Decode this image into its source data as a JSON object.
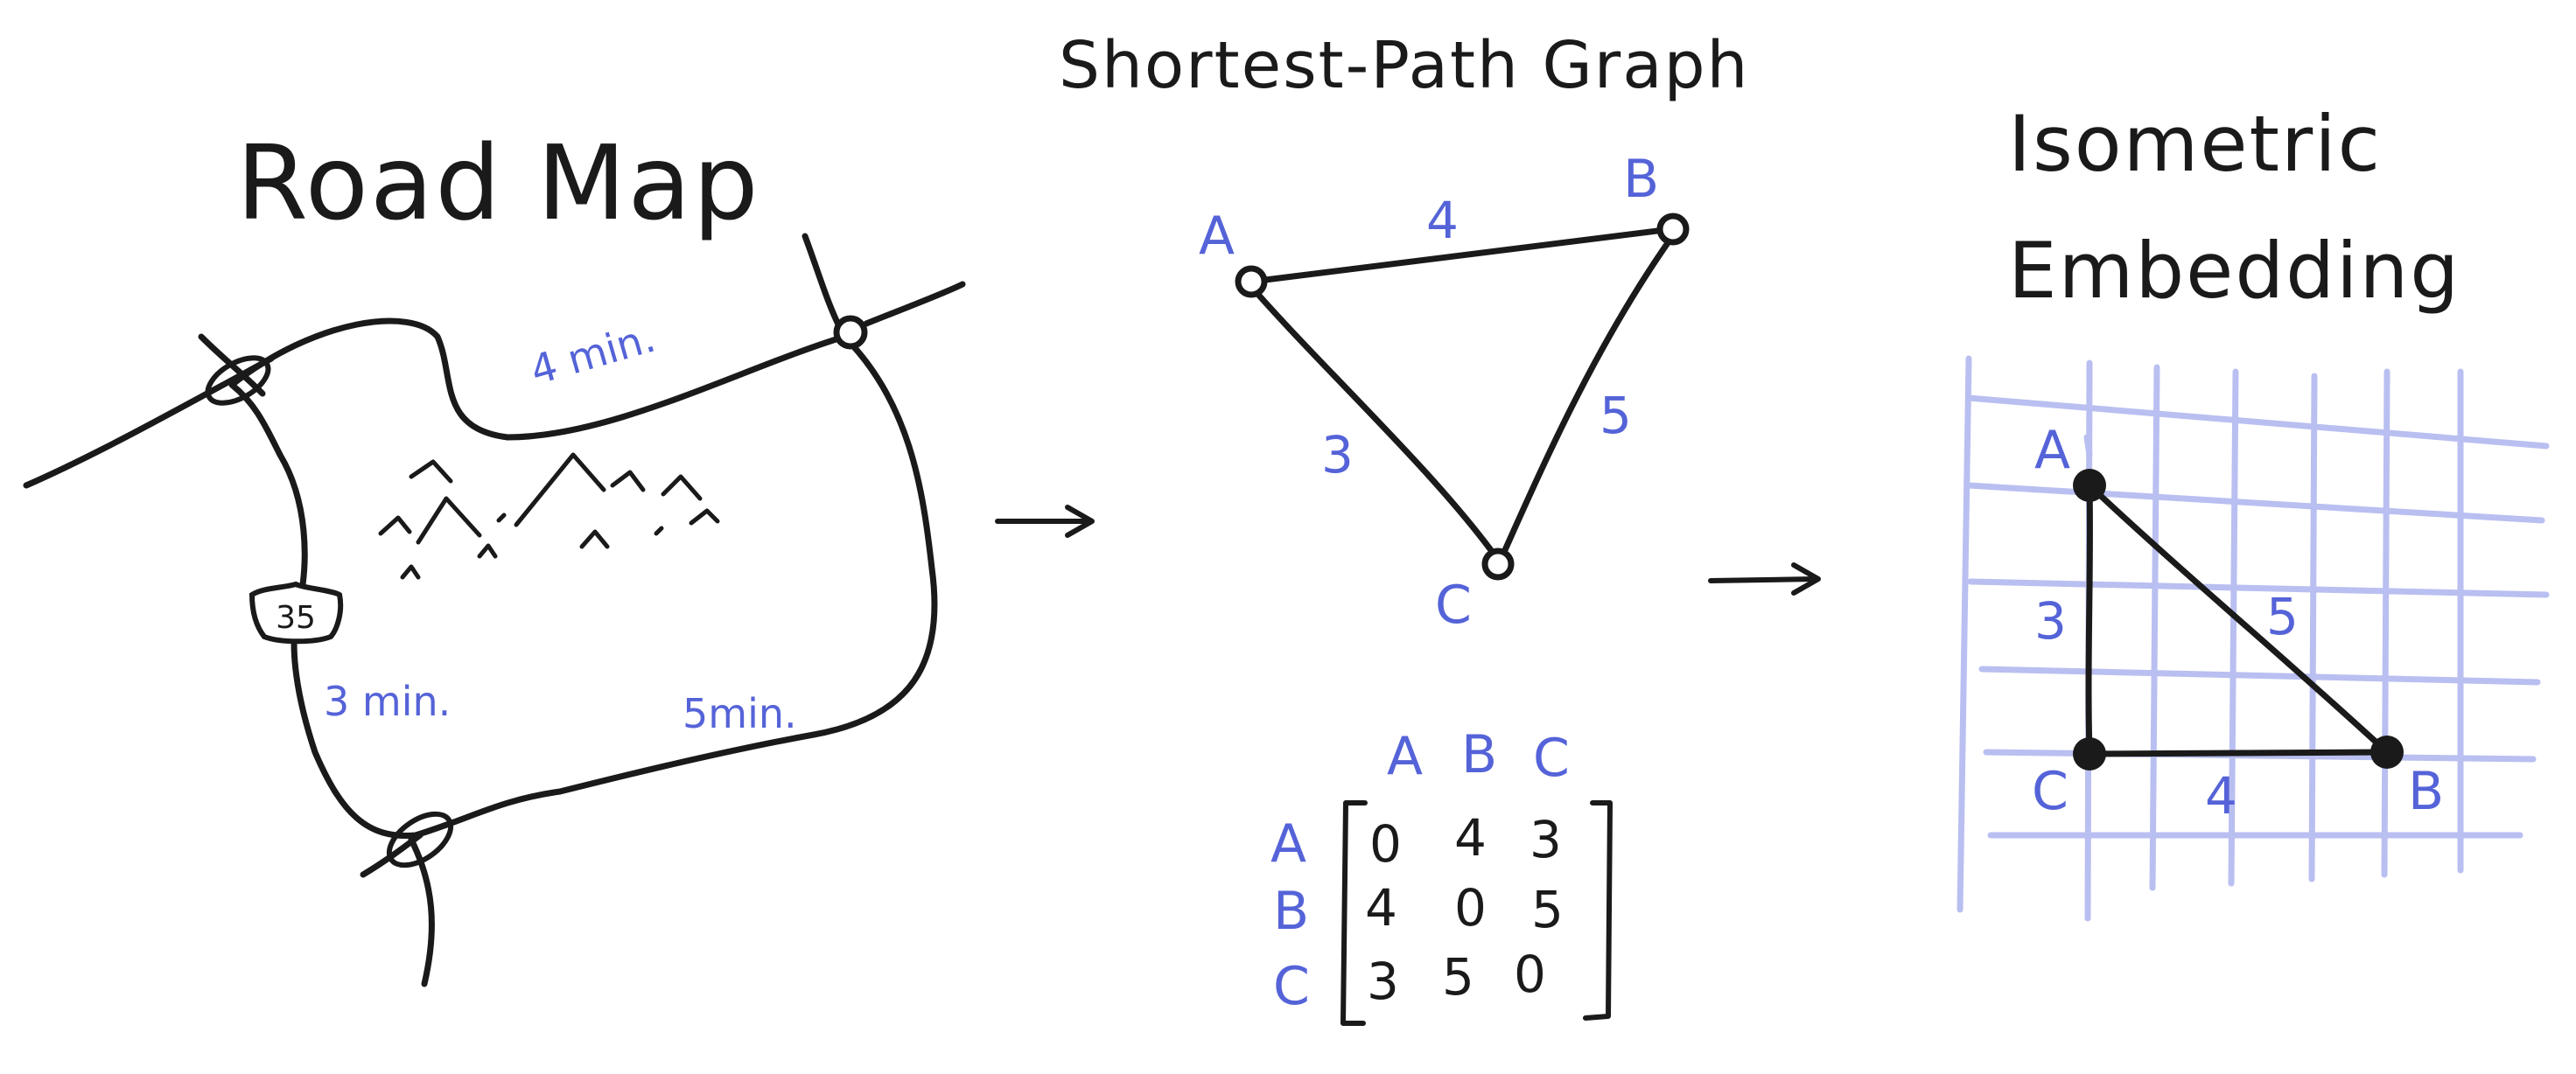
{
  "colors": {
    "ink": "#1a1a1a",
    "accent": "#5563d8",
    "grid": "#b9bff0"
  },
  "road_map": {
    "title": "Road Map",
    "route_shield": "35",
    "labels": {
      "top": "4 min.",
      "left": "3 min.",
      "bottom": "5min."
    }
  },
  "graph": {
    "title": "Shortest-Path Graph",
    "nodes": {
      "a": "A",
      "b": "B",
      "c": "C"
    },
    "weights": {
      "ab": "4",
      "ac": "3",
      "bc": "5"
    }
  },
  "matrix": {
    "col_headers": [
      "A",
      "B",
      "C"
    ],
    "row_headers": [
      "A",
      "B",
      "C"
    ],
    "rows": [
      [
        "0",
        "4",
        "3"
      ],
      [
        "4",
        "0",
        "5"
      ],
      [
        "3",
        "5",
        "0"
      ]
    ]
  },
  "embedding": {
    "title_line1": "Isometric",
    "title_line2": "Embedding",
    "nodes": {
      "a": "A",
      "b": "B",
      "c": "C"
    },
    "weights": {
      "ac": "3",
      "ab": "5",
      "cb": "4"
    }
  }
}
